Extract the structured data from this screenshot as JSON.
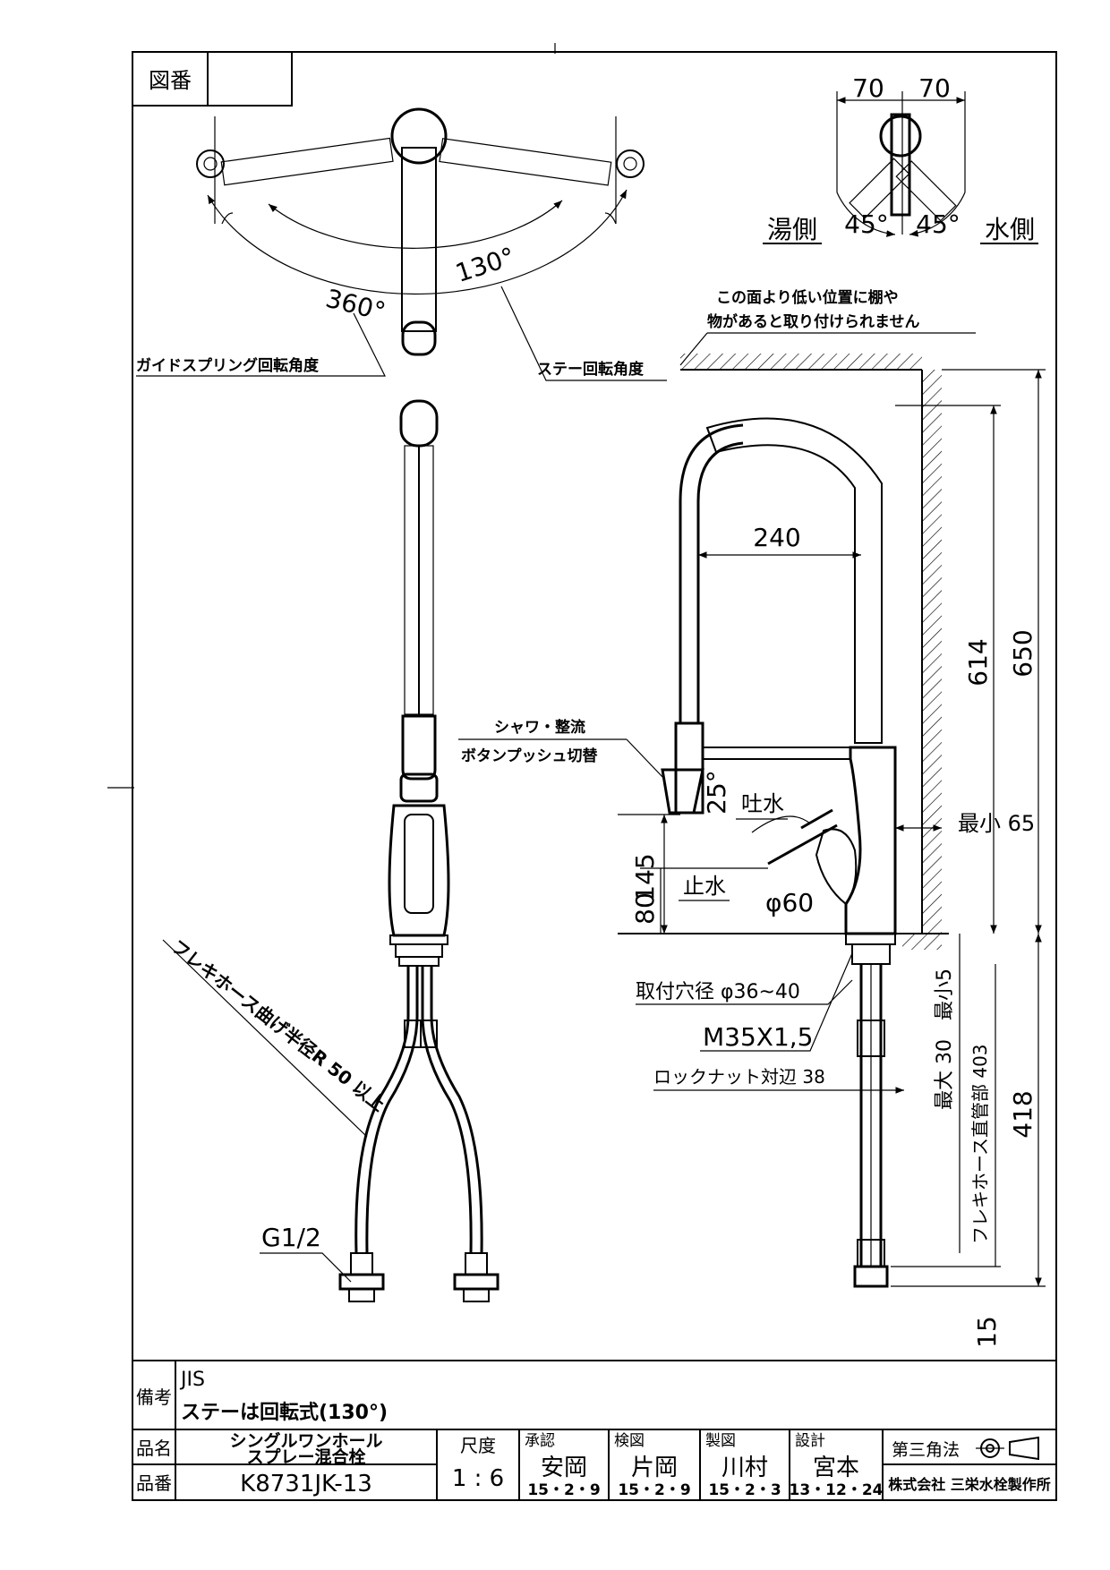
{
  "header": {
    "zuban_label": "図番",
    "zuban_value": ""
  },
  "annotations": {
    "guide_spring": "ガイドスプリング回転角度",
    "stay_rotation": "ステー回転角度",
    "angle_360": "360°",
    "angle_130": "130°",
    "hot_side": "湯側",
    "cold_side": "水側",
    "angle_hot": "45°",
    "angle_cold": "45°",
    "dim_70_left": "70",
    "dim_70_right": "70",
    "shelf_note_1": "この面より低い位置に棚や",
    "shelf_note_2": "物があると取り付けられません",
    "shower_note_1": "シャワ・整流",
    "shower_note_2": "ボタンプッシュ切替",
    "spout": "吐水",
    "stop": "止水",
    "angle_25": "25°",
    "dim_240": "240",
    "dim_614": "614",
    "dim_650": "650",
    "dim_min65": "最小 65",
    "dim_145": "145",
    "dim_80": "80",
    "dim_phi60": "φ60",
    "mount_hole": "取付穴径 φ36~40",
    "thread": "M35X1,5",
    "locknut": "ロックナット対辺 38",
    "max_30": "最大 30",
    "min_15": "最小5",
    "flex_straight": "フレキホース直管部 403",
    "dim_418": "418",
    "dim_15": "15",
    "flex_bend": "フレキホース曲げ半径R 50 以上",
    "g12": "G1/2"
  },
  "title_block": {
    "remarks_label": "備考",
    "remarks_line1": "JIS",
    "remarks_line2": "ステーは回転式(130°)",
    "name_label": "品名",
    "name_line1": "シングルワンホール",
    "name_line2": "スプレー混合栓",
    "code_label": "品番",
    "code_value": "K8731JK-13",
    "scale_label": "尺度",
    "scale_value": "1 : 6",
    "approve_label": "承認",
    "approve_name": "安岡",
    "approve_date": "15・2・9",
    "check_label": "検図",
    "check_name": "片岡",
    "check_date": "15・2・9",
    "draft_label": "製図",
    "draft_name": "川村",
    "draft_date": "15・2・3",
    "design_label": "設計",
    "design_name": "宮本",
    "design_date": "13・12・24",
    "projection_label": "第三角法",
    "company": "株式会社 三栄水栓製作所"
  }
}
